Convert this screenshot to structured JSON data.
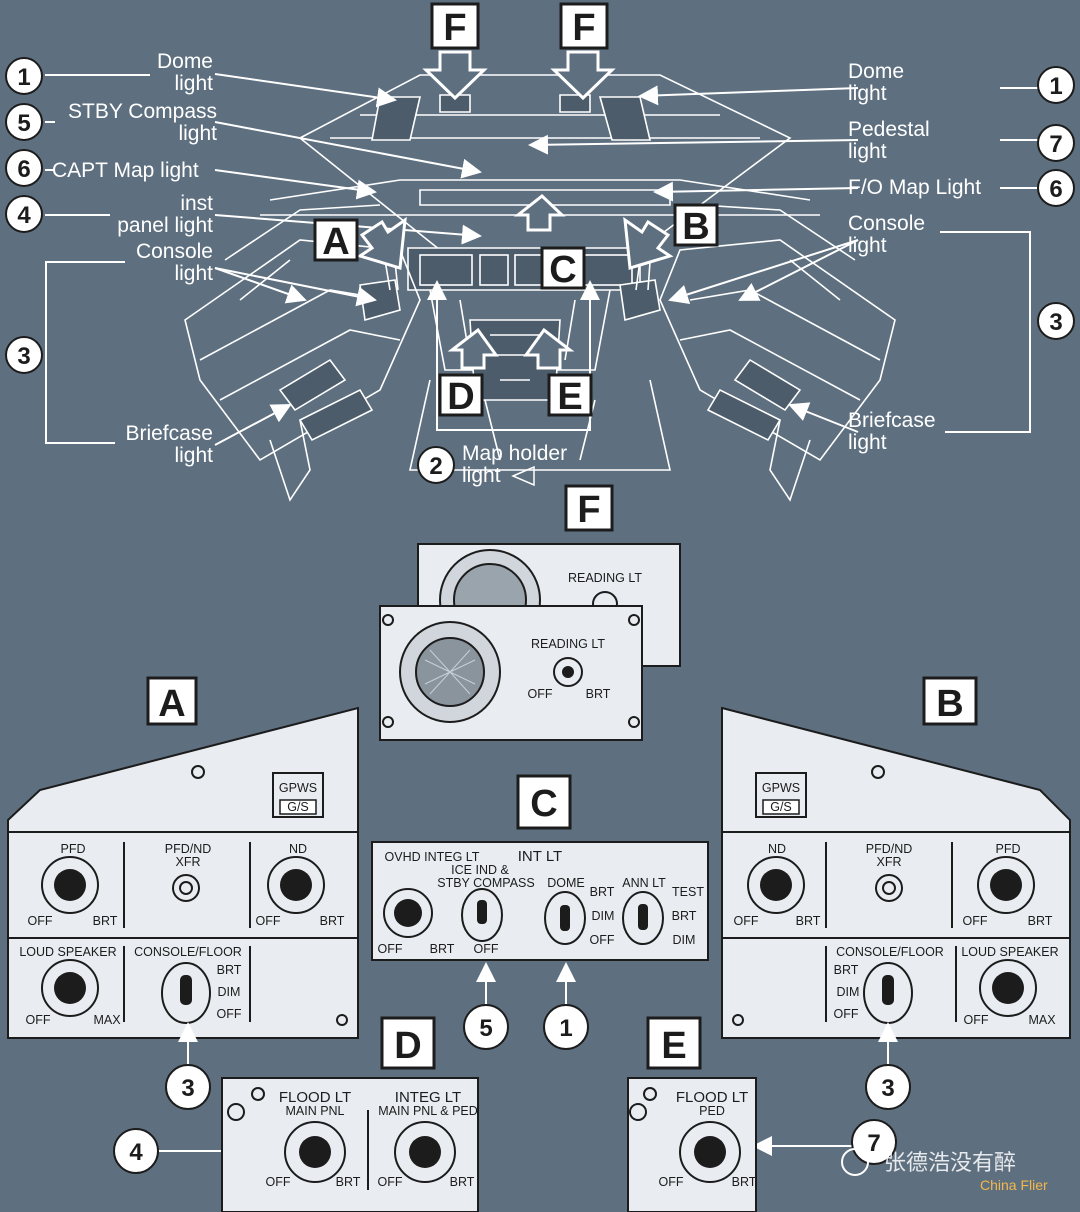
{
  "top_view": {
    "callouts_left": {
      "dome": "Dome\nlight",
      "stby": "STBY Compass\nlight",
      "capt_map": "CAPT Map light",
      "inst": "inst\npanel light",
      "console": "Console\nlight",
      "briefcase": "Briefcase\nlight"
    },
    "callouts_right": {
      "dome": "Dome\nlight",
      "pedestal": "Pedestal\nlight",
      "fo_map": "F/O Map Light",
      "console": "Console\nlight",
      "briefcase": "Briefcase\nlight"
    },
    "map_holder": "Map holder\nlight",
    "numbers": {
      "n1": "1",
      "n2": "2",
      "n3": "3",
      "n4": "4",
      "n5": "5",
      "n6": "6",
      "n7": "7"
    },
    "box_letters": {
      "A": "A",
      "B": "B",
      "C": "C",
      "D": "D",
      "E": "E",
      "F": "F"
    }
  },
  "panel_f": {
    "title": "F",
    "label": "READING LT",
    "off": "OFF",
    "brt": "BRT"
  },
  "panel_a": {
    "title": "A",
    "gpws": "GPWS",
    "gs": "G/S",
    "pfd": "PFD",
    "xfr": "PFD/ND\nXFR",
    "nd": "ND",
    "loud": "LOUD SPEAKER",
    "console": "CONSOLE/FLOOR",
    "off": "OFF",
    "brt": "BRT",
    "dim": "DIM",
    "max": "MAX"
  },
  "panel_b": {
    "title": "B",
    "gpws": "GPWS",
    "gs": "G/S",
    "nd": "ND",
    "xfr": "PFD/ND\nXFR",
    "pfd": "PFD",
    "console": "CONSOLE/FLOOR",
    "loud": "LOUD SPEAKER",
    "off": "OFF",
    "brt": "BRT",
    "dim": "DIM",
    "max": "MAX"
  },
  "panel_c": {
    "title": "C",
    "ovhd": "OVHD INTEG LT",
    "int_lt": "INT LT",
    "ice": "ICE IND &",
    "stby": "STBY COMPASS",
    "dome": "DOME",
    "ann": "ANN LT",
    "off": "OFF",
    "brt": "BRT",
    "dim": "DIM",
    "test": "TEST"
  },
  "panel_d": {
    "title": "D",
    "flood": "FLOOD LT",
    "main_pnl": "MAIN PNL",
    "integ": "INTEG LT",
    "main_ped": "MAIN PNL & PED",
    "off": "OFF",
    "brt": "BRT"
  },
  "panel_e": {
    "title": "E",
    "flood": "FLOOD LT",
    "ped": "PED",
    "off": "OFF",
    "brt": "BRT"
  },
  "watermark": {
    "name": "张德浩没有醉",
    "site": "China Flier"
  },
  "colors": {
    "background": "#5e6f7f",
    "panel": "#e9edf1",
    "ink": "#1c1c1c",
    "line": "#ffffff"
  }
}
